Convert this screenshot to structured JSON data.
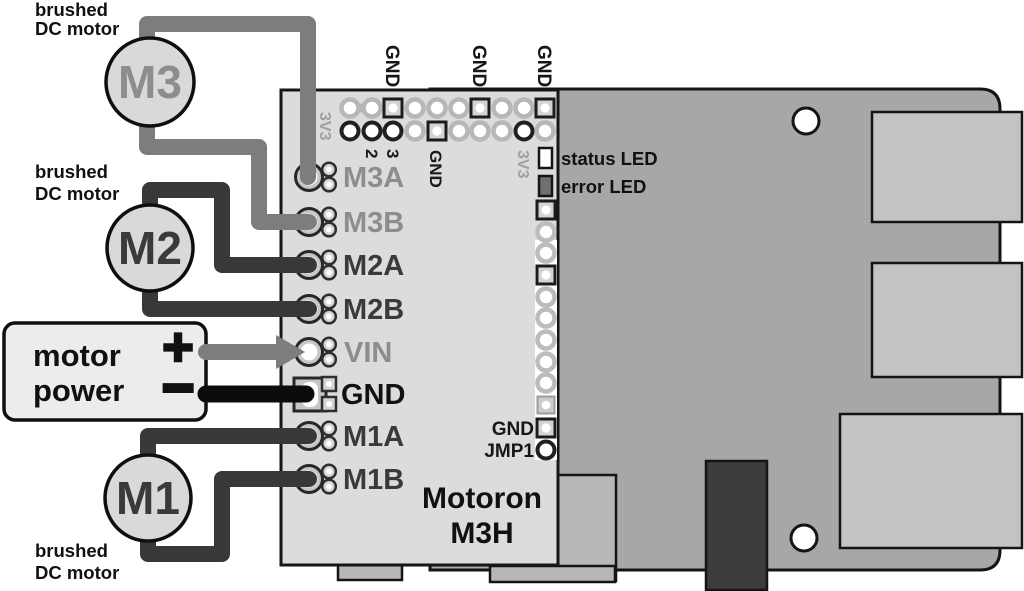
{
  "colors": {
    "gray_wire": "#7d7d7d",
    "dark_wire": "#383838",
    "black_wire": "#0c0c0c",
    "motoron_board": "#dcdcdc",
    "pi_board": "#a7a7a7",
    "port_connector": "#c3c3c3",
    "dark_connector": "#3c3c3c",
    "gray_label": "#8d8d8d",
    "dark_label": "#3a3a3a",
    "black_label": "#111111",
    "error_led": "#707070"
  },
  "motors": [
    {
      "name": "M3",
      "caption_line1": "brushed",
      "caption_line2": "DC motor",
      "wire_color": "gray"
    },
    {
      "name": "M2",
      "caption_line1": "brushed",
      "caption_line2": "DC motor",
      "wire_color": "dark"
    },
    {
      "name": "M1",
      "caption_line1": "brushed",
      "caption_line2": "DC motor",
      "wire_color": "dark"
    }
  ],
  "power_box": {
    "line1": "motor",
    "line2": "power",
    "plus": "+",
    "minus": "−"
  },
  "motoron": {
    "name_line1": "Motoron",
    "name_line2": "M3H",
    "terminals": [
      {
        "label": "M3A",
        "tone": "gray"
      },
      {
        "label": "M3B",
        "tone": "gray"
      },
      {
        "label": "M2A",
        "tone": "dark"
      },
      {
        "label": "M2B",
        "tone": "dark"
      },
      {
        "label": "VIN",
        "tone": "gray"
      },
      {
        "label": "GND",
        "tone": "black"
      },
      {
        "label": "M1A",
        "tone": "dark"
      },
      {
        "label": "M1B",
        "tone": "dark"
      }
    ],
    "top_gnd_labels": [
      "GND",
      "GND",
      "GND"
    ],
    "header_labels": {
      "left_3v3": "3V3",
      "pin2": "2",
      "pin3": "3",
      "gnd": "GND",
      "right_3v3": "3V3"
    },
    "status_led_label": "status LED",
    "error_led_label": "error LED",
    "jumper": {
      "gnd": "GND",
      "jmp1": "JMP1"
    }
  }
}
